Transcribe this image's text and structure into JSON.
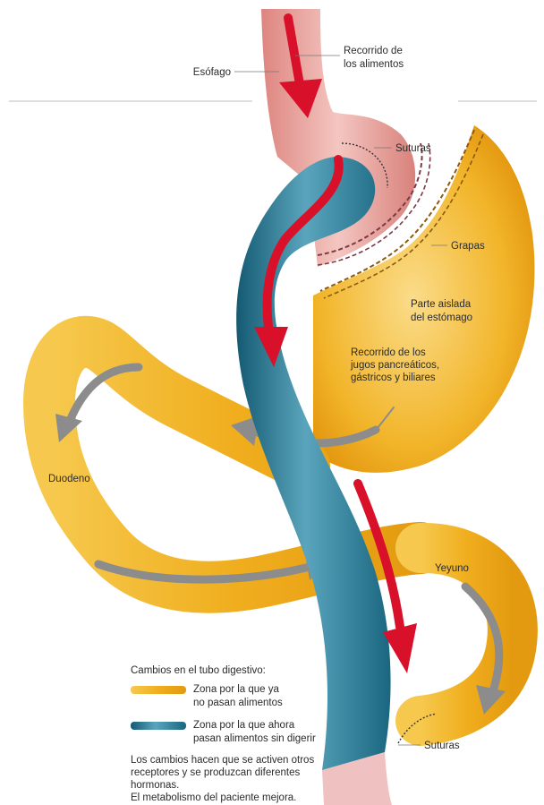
{
  "labels": {
    "esofago": "Esófago",
    "recorrido_alimentos_1": "Recorrido de",
    "recorrido_alimentos_2": "los alimentos",
    "suturas_top": "Suturas",
    "grapas": "Grapas",
    "parte_aislada_1": "Parte aislada",
    "parte_aislada_2": "del estómago",
    "jugos_1": "Recorrido de los",
    "jugos_2": "jugos pancreáticos,",
    "jugos_3": "gástricos y biliares",
    "duodeno": "Duodeno",
    "yeyuno": "Yeyuno",
    "suturas_bottom": "Suturas"
  },
  "legend": {
    "title": "Cambios en el tubo digestivo:",
    "items": [
      {
        "line1": "Zona por la que ya",
        "line2": "no pasan alimentos",
        "color": "#efb020"
      },
      {
        "line1": "Zona por la que ahora",
        "line2": "pasan alimentos sin digerir",
        "color": "#1f6f88"
      }
    ],
    "note": [
      "Los cambios hacen que se activen otros",
      "receptores y se produzcan diferentes",
      "hormonas.",
      "El metabolismo del paciente mejora."
    ]
  },
  "colors": {
    "yellow": "#efb020",
    "yellow_light": "#f8d67a",
    "blue": "#1f6f88",
    "blue_light": "#5aa5bd",
    "pink": "#e79b96",
    "pink_light": "#f4c6c1",
    "red_arrow": "#d8102a",
    "grey_arrow": "#8c8c8c"
  }
}
